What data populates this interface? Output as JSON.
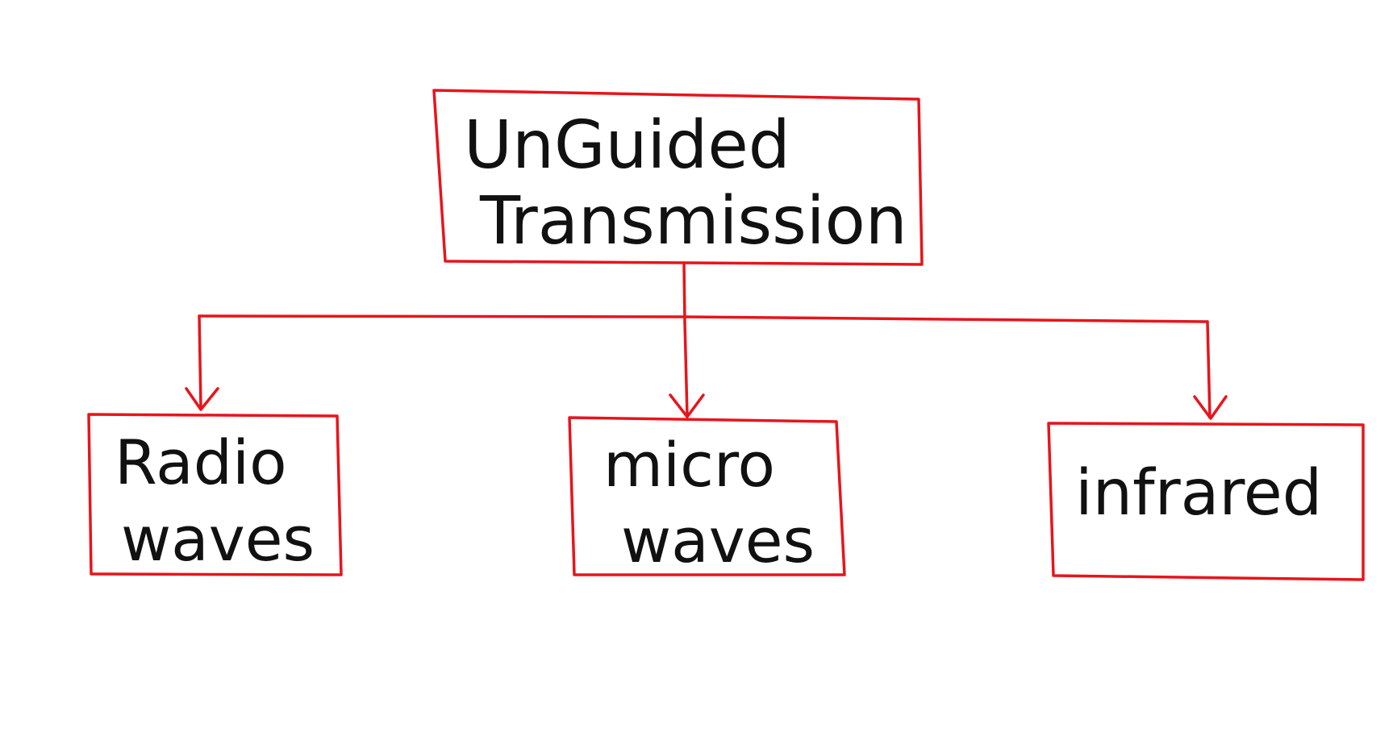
{
  "colors": {
    "outline": "#e8141b",
    "text": "#111111",
    "background": "#ffffff"
  },
  "root": {
    "lines": [
      "UnGuided",
      "Transmission"
    ]
  },
  "children": [
    {
      "lines": [
        "Radio",
        "waves"
      ]
    },
    {
      "lines": [
        "micro",
        "waves"
      ]
    },
    {
      "lines": [
        "infrared"
      ]
    }
  ]
}
